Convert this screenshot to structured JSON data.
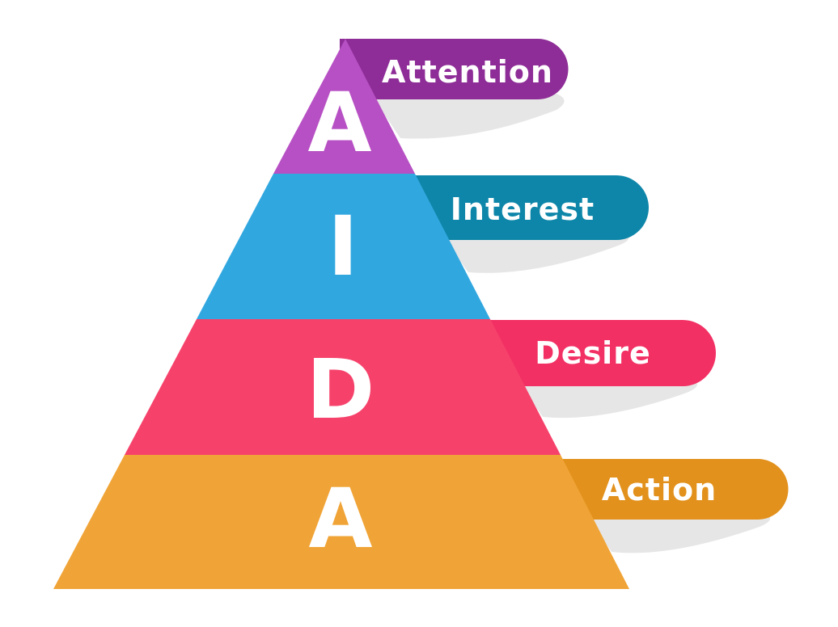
{
  "diagram": {
    "name": "AIDA funnel pyramid",
    "background_color": "#ffffff",
    "shadow_color": "#e6e6e6",
    "text_color": "#ffffff"
  },
  "stages": [
    {
      "letter": "A",
      "label": "Attention",
      "tier_color": "#b750c4",
      "tab_color": "#8e2d97"
    },
    {
      "letter": "I",
      "label": "Interest",
      "tier_color": "#31a7e0",
      "tab_color": "#0e86a9"
    },
    {
      "letter": "D",
      "label": "Desire",
      "tier_color": "#f6426b",
      "tab_color": "#f23064"
    },
    {
      "letter": "A",
      "label": "Action",
      "tier_color": "#f0a437",
      "tab_color": "#e2911c"
    }
  ]
}
